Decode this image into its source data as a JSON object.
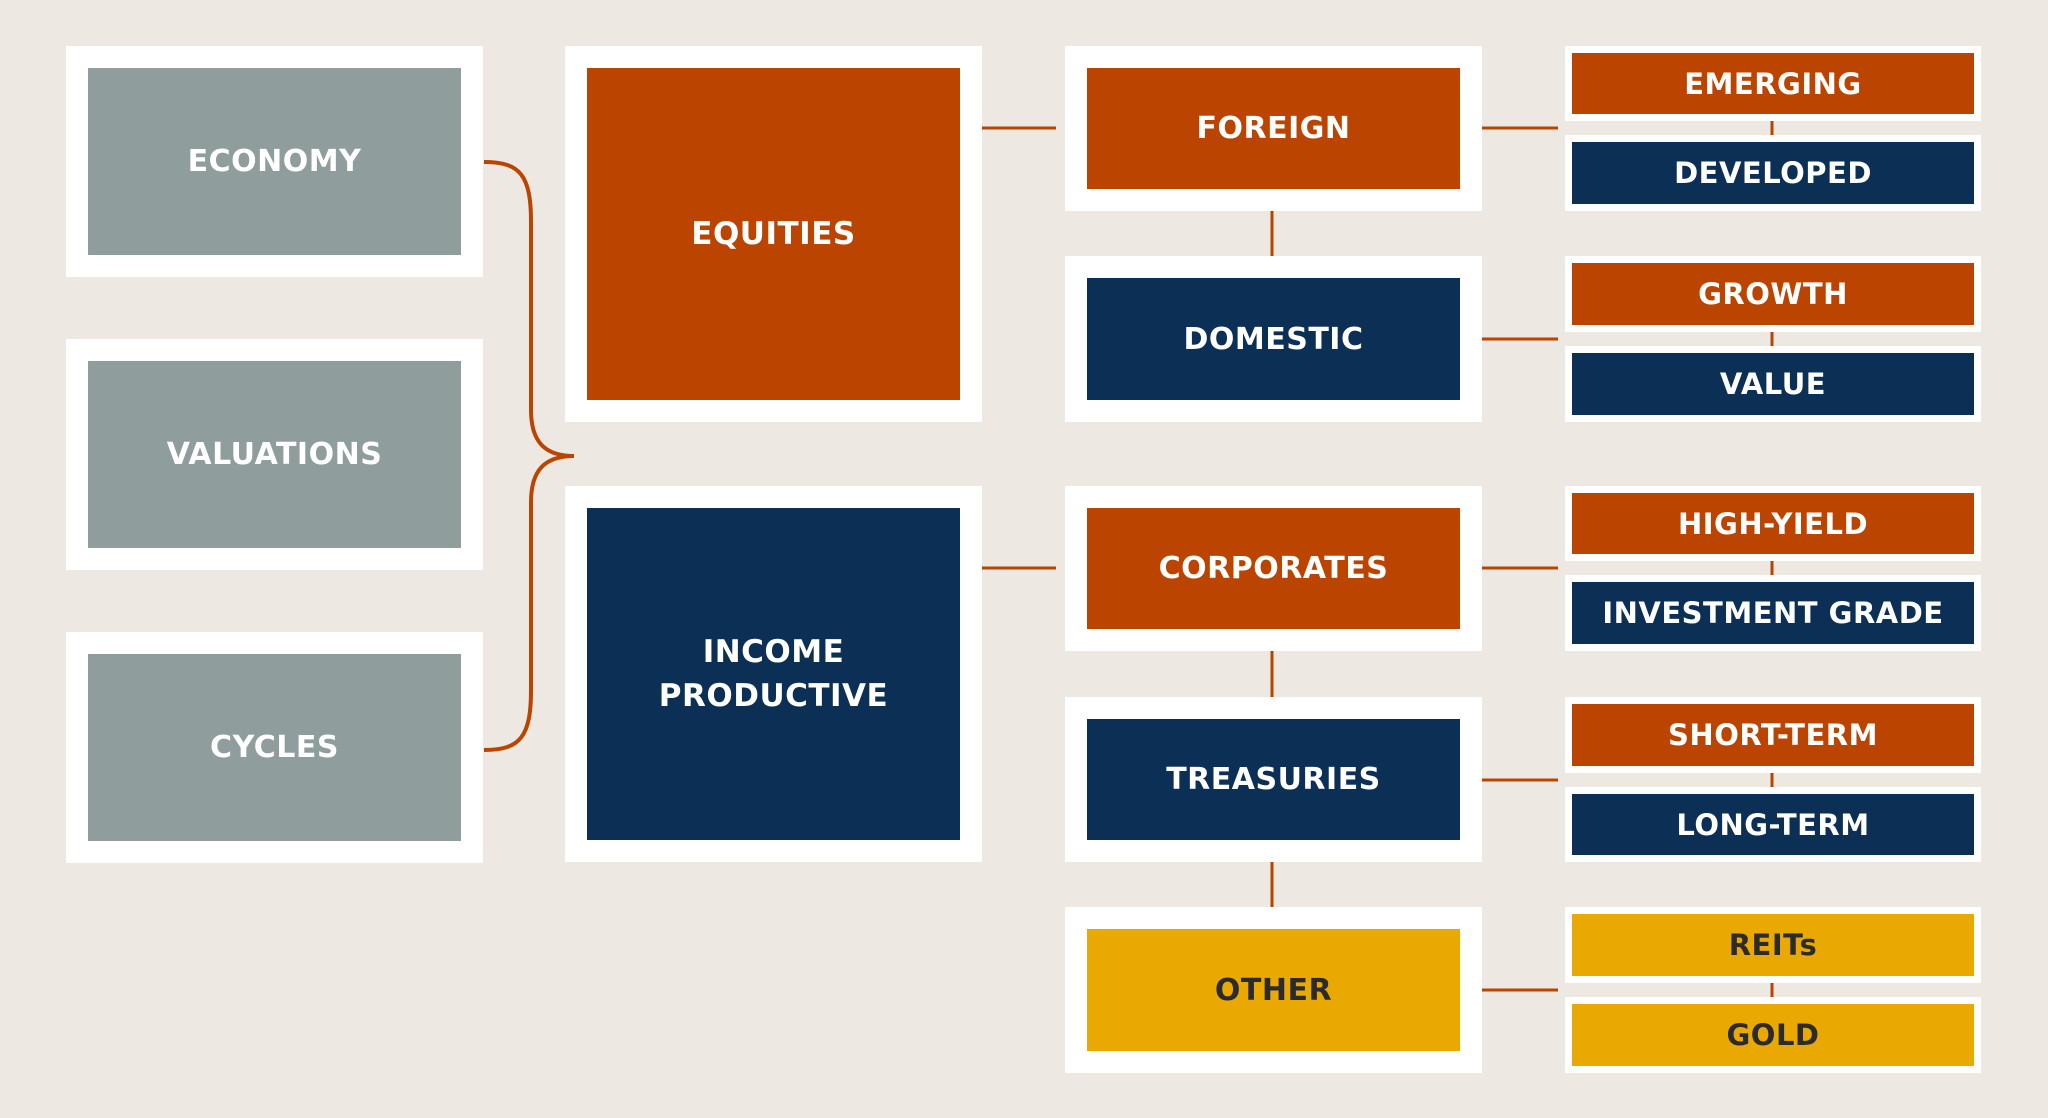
{
  "drivers": [
    "ECONOMY",
    "VALUATIONS",
    "CYCLES"
  ],
  "classes": {
    "equities": "EQUITIES",
    "income_line1": "INCOME",
    "income_line2": "PRODUCTIVE"
  },
  "groups": [
    {
      "label": "FOREIGN",
      "color": "orange",
      "subs": [
        {
          "label": "EMERGING",
          "color": "orange"
        },
        {
          "label": "DEVELOPED",
          "color": "navy"
        }
      ]
    },
    {
      "label": "DOMESTIC",
      "color": "navy",
      "subs": [
        {
          "label": "GROWTH",
          "color": "orange"
        },
        {
          "label": "VALUE",
          "color": "navy"
        }
      ]
    },
    {
      "label": "CORPORATES",
      "color": "orange",
      "subs": [
        {
          "label": "HIGH-YIELD",
          "color": "orange"
        },
        {
          "label": "INVESTMENT GRADE",
          "color": "navy"
        }
      ]
    },
    {
      "label": "TREASURIES",
      "color": "navy",
      "subs": [
        {
          "label": "SHORT-TERM",
          "color": "orange"
        },
        {
          "label": "LONG-TERM",
          "color": "navy"
        }
      ]
    },
    {
      "label": "OTHER",
      "color": "gold",
      "subs": [
        {
          "label": "REITs",
          "color": "gold"
        },
        {
          "label": "GOLD",
          "color": "gold"
        }
      ]
    }
  ],
  "colors": {
    "background": "#ede8e2",
    "gray": "#8f9d9c",
    "orange": "#bb4500",
    "navy": "#0b2f55",
    "gold": "#e9a902",
    "connector": "#bb4500"
  }
}
